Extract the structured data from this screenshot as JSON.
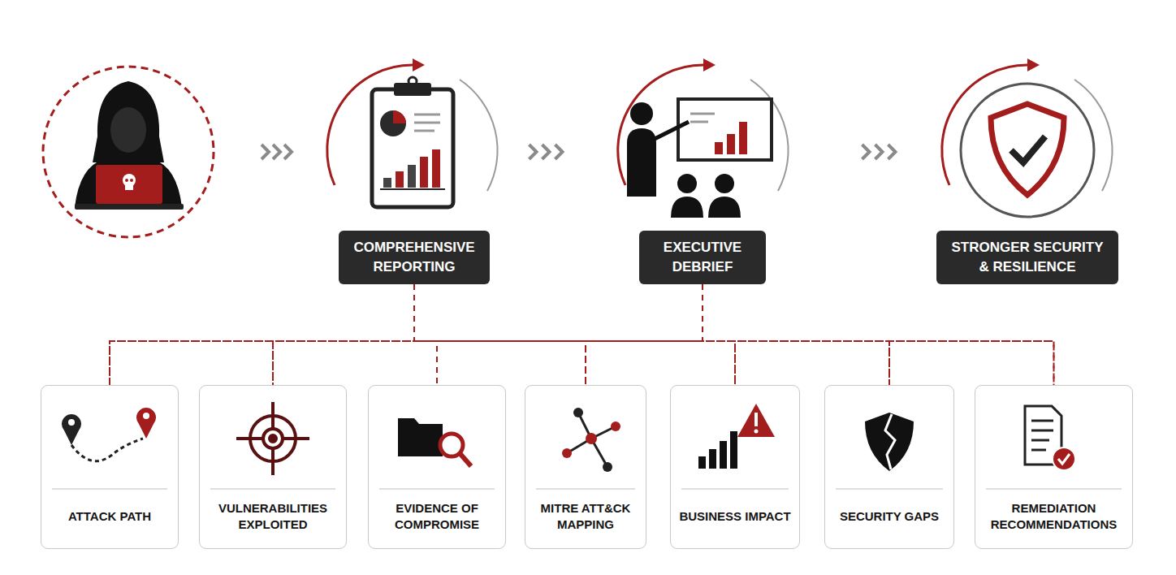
{
  "diagram": {
    "nodes": [
      {
        "text": [
          "COMPREHENSIVE REPORTING"
        ]
      },
      {
        "text": [
          "EXECUTIVE DEBRIEF"
        ]
      },
      {
        "text": [
          "STRONGER SECURITY & RESILIENCE"
        ]
      },
      {
        "text": [
          "ATTACK PATH"
        ]
      },
      {
        "text": [
          "VULNERABILITIES EXPLOITED"
        ]
      },
      {
        "text": [
          "EVIDENCE OF COMPROMISE"
        ]
      },
      {
        "text": [
          "MITRE ATT&CK MAPPING"
        ]
      },
      {
        "text": [
          "BUSINESS IMPACT"
        ]
      },
      {
        "text": [
          "SECURITY GAPS"
        ]
      },
      {
        "text": [
          "REMEDIATION RECOMMENDATIONS"
        ]
      }
    ],
    "edges": [
      {
        "from": 0,
        "to": 1,
        "arrow": "to"
      },
      {
        "from": 1,
        "to": 2,
        "arrow": "to"
      },
      {
        "from": 0,
        "to": 3,
        "arrow": "none"
      },
      {
        "from": 0,
        "to": 4,
        "arrow": "none"
      },
      {
        "from": 0,
        "to": 5,
        "arrow": "none"
      },
      {
        "from": 0,
        "to": 6,
        "arrow": "none"
      },
      {
        "from": 0,
        "to": 7,
        "arrow": "none"
      },
      {
        "from": 0,
        "to": 8,
        "arrow": "none"
      },
      {
        "from": 0,
        "to": 9,
        "arrow": "none"
      },
      {
        "from": 1,
        "to": 3,
        "arrow": "none"
      },
      {
        "from": 1,
        "to": 4,
        "arrow": "none"
      },
      {
        "from": 1,
        "to": 5,
        "arrow": "none"
      },
      {
        "from": 1,
        "to": 6,
        "arrow": "none"
      },
      {
        "from": 1,
        "to": 7,
        "arrow": "none"
      },
      {
        "from": 1,
        "to": 8,
        "arrow": "none"
      },
      {
        "from": 1,
        "to": 9,
        "arrow": "none"
      }
    ]
  }
}
